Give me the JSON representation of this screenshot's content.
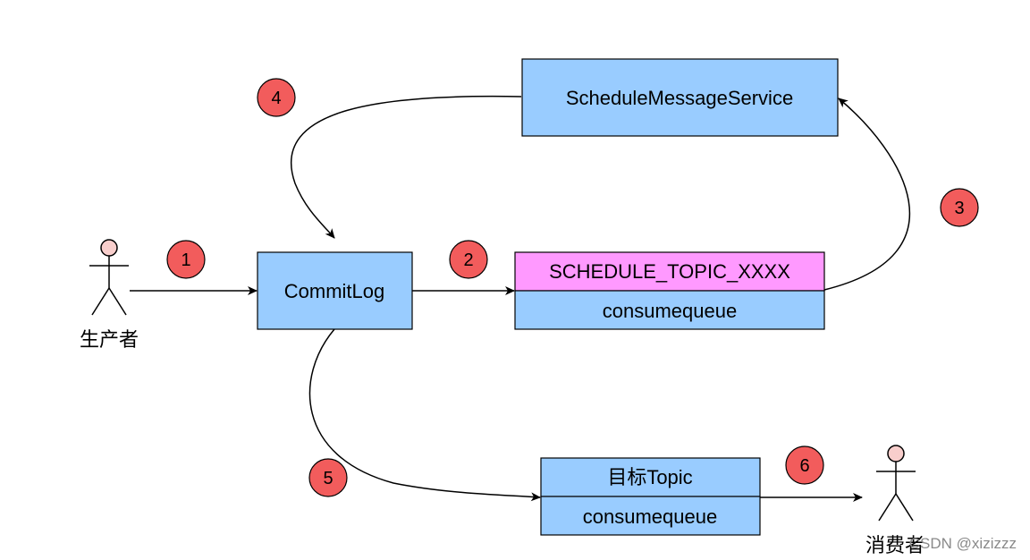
{
  "colors": {
    "box_fill": "#99ccff",
    "highlight_fill": "#ff99ff",
    "badge_fill": "#f25c5c",
    "actor_head_fill": "#f8cecc",
    "stroke": "#000000"
  },
  "actors": {
    "producer": {
      "label": "生产者"
    },
    "consumer": {
      "label": "消费者"
    }
  },
  "boxes": {
    "commitlog": {
      "label": "CommitLog"
    },
    "schedule_service": {
      "label": "ScheduleMessageService"
    },
    "schedule_topic": {
      "header": "SCHEDULE_TOPIC_XXXX",
      "sub": "consumequeue"
    },
    "target_topic": {
      "header": "目标Topic",
      "sub": "consumequeue"
    }
  },
  "steps": [
    "1",
    "2",
    "3",
    "4",
    "5",
    "6"
  ],
  "watermark": "CSDN @xizizzz"
}
